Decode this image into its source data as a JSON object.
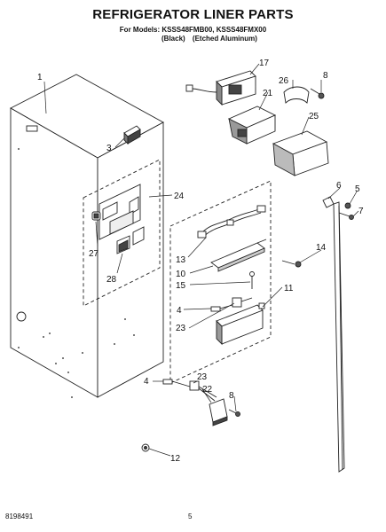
{
  "header": {
    "title": "REFRIGERATOR LINER PARTS",
    "models_line": "For Models: KSSS48FMB00, KSSS48FMX00",
    "variant_black": "(Black)",
    "variant_aluminum": "(Etched Aluminum)"
  },
  "callouts": [
    "1",
    "3",
    "24",
    "27",
    "28",
    "17",
    "26",
    "8",
    "21",
    "25",
    "6",
    "5",
    "7",
    "13",
    "14",
    "10",
    "15",
    "11",
    "4",
    "23",
    "23",
    "22",
    "8",
    "4",
    "12"
  ],
  "footer": {
    "doc_number": "8198491",
    "page_number": "5"
  }
}
